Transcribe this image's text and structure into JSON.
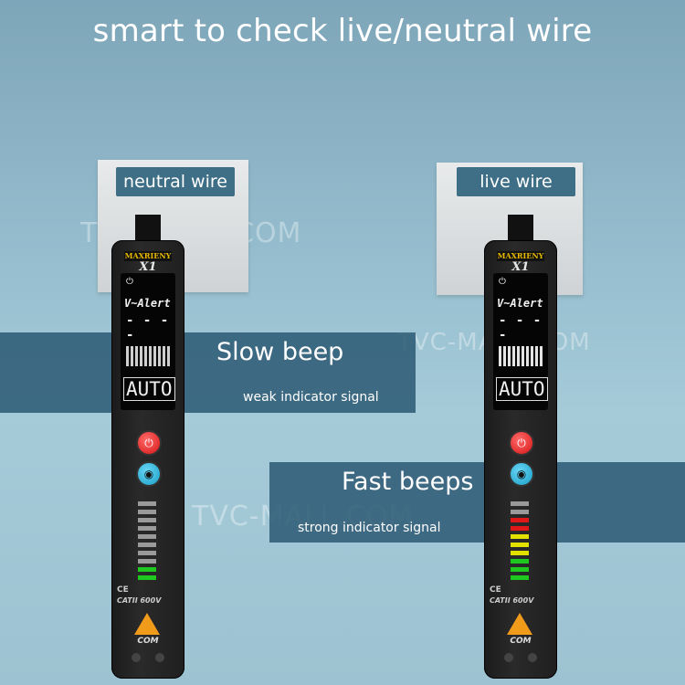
{
  "headline": "smart to check live/neutral wire",
  "watermark": "TVC-MALL.COM",
  "left": {
    "socket_label": "neutral wire",
    "band_title": "Slow beep",
    "band_sub": "weak indicator signal",
    "brand": "MAXRIENY",
    "model": "X1",
    "alert": "V~Alert",
    "dashes": "- - - -",
    "mode": "AUTO",
    "cat": "CATII 600V",
    "ce": "CE",
    "com": "COM",
    "lit_bars": 2
  },
  "right": {
    "socket_label": "live wire",
    "band_title": "Fast beeps",
    "band_sub": "strong indicator signal",
    "brand": "MAXRIENY",
    "model": "X1",
    "alert": "V~Alert",
    "dashes": "- - - -",
    "mode": "AUTO",
    "cat": "CATII 600V",
    "ce": "CE",
    "com": "COM",
    "lit_bars": 8
  },
  "colors": {
    "band": "#2f5c76",
    "bar_off": "#9a9a9a",
    "bar_green": "#1ec81e",
    "bar_yellow": "#e3e000",
    "bar_red": "#e01818"
  }
}
